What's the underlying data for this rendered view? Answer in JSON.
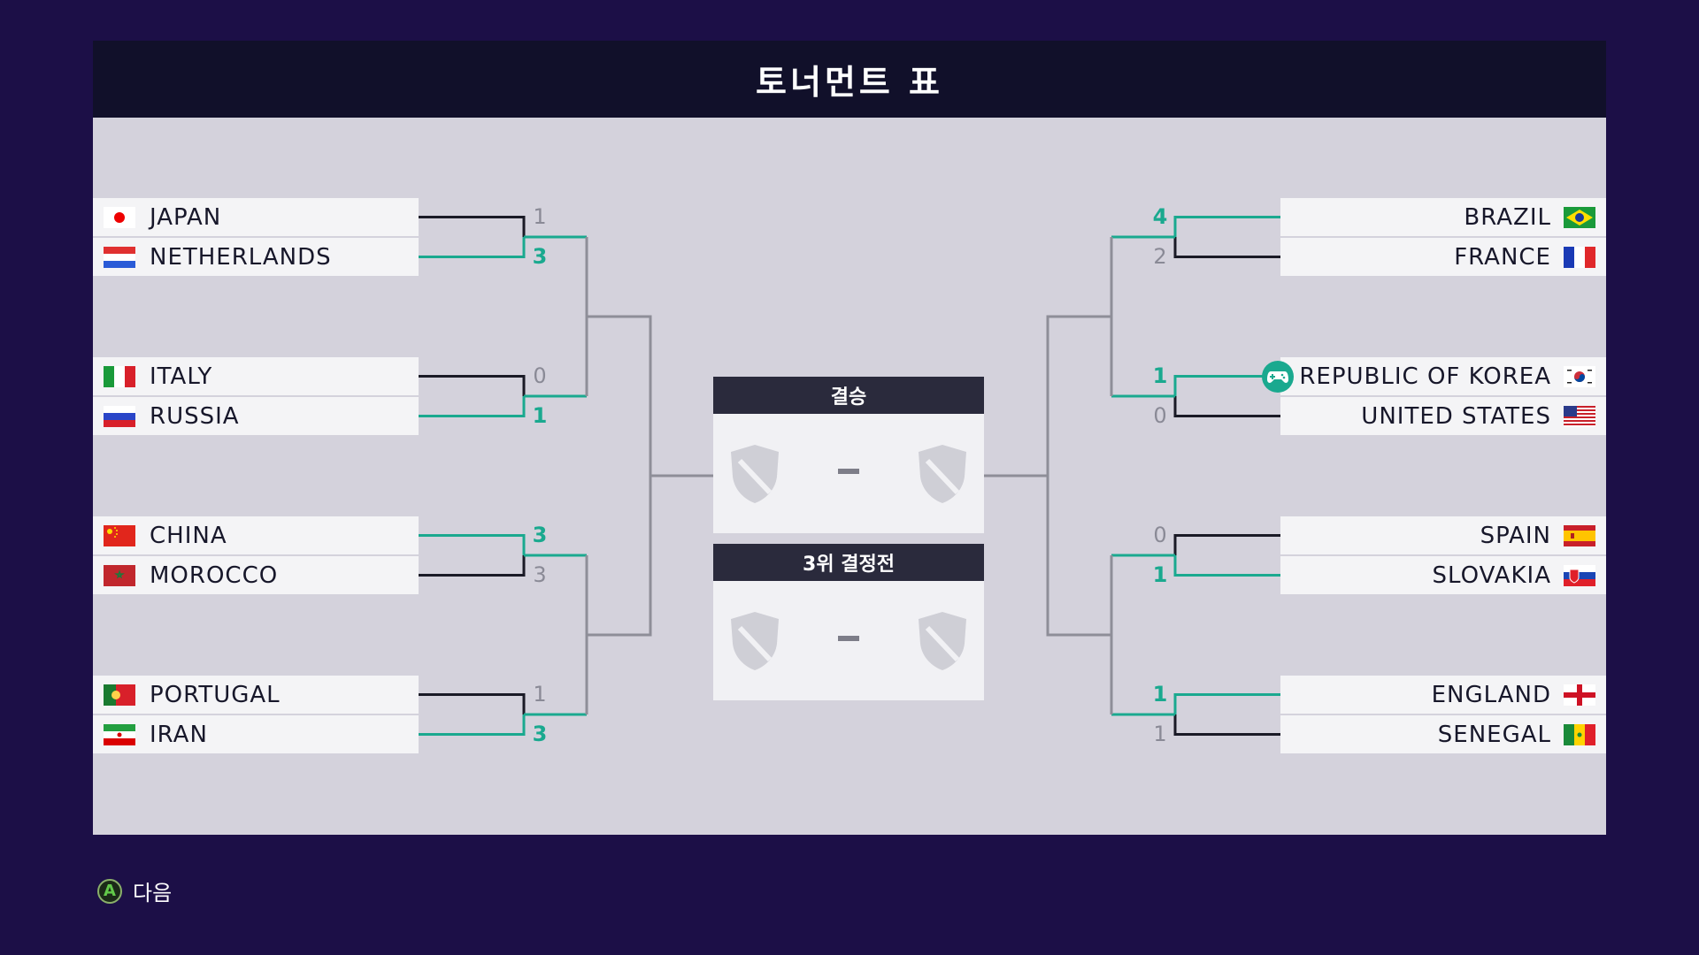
{
  "title": "토너먼트 표",
  "colors": {
    "background": "#1c0f47",
    "panel": "#d4d2dc",
    "title_bar": "#11102a",
    "win": "#1aa98f",
    "lose_line": "#1a1a26",
    "bracket_line": "#8e8e98"
  },
  "left_matches": [
    {
      "top": {
        "name": "JAPAN",
        "flag": "japan-flag-icon",
        "score": "1",
        "win": false
      },
      "bottom": {
        "name": "NETHERLANDS",
        "flag": "netherlands-flag-icon",
        "score": "3",
        "win": true
      }
    },
    {
      "top": {
        "name": "ITALY",
        "flag": "italy-flag-icon",
        "score": "0",
        "win": false
      },
      "bottom": {
        "name": "RUSSIA",
        "flag": "russia-flag-icon",
        "score": "1",
        "win": true
      }
    },
    {
      "top": {
        "name": "CHINA",
        "flag": "china-flag-icon",
        "score": "3",
        "win": true
      },
      "bottom": {
        "name": "MOROCCO",
        "flag": "morocco-flag-icon",
        "score": "3",
        "win": false
      }
    },
    {
      "top": {
        "name": "PORTUGAL",
        "flag": "portugal-flag-icon",
        "score": "1",
        "win": false
      },
      "bottom": {
        "name": "IRAN",
        "flag": "iran-flag-icon",
        "score": "3",
        "win": true
      }
    }
  ],
  "right_matches": [
    {
      "top": {
        "name": "BRAZIL",
        "flag": "brazil-flag-icon",
        "score": "4",
        "win": true
      },
      "bottom": {
        "name": "FRANCE",
        "flag": "france-flag-icon",
        "score": "2",
        "win": false
      }
    },
    {
      "top": {
        "name": "REPUBLIC OF KOREA",
        "flag": "korea-flag-icon",
        "score": "1",
        "win": true,
        "user": true
      },
      "bottom": {
        "name": "UNITED STATES",
        "flag": "usa-flag-icon",
        "score": "0",
        "win": false
      }
    },
    {
      "top": {
        "name": "SPAIN",
        "flag": "spain-flag-icon",
        "score": "0",
        "win": false
      },
      "bottom": {
        "name": "SLOVAKIA",
        "flag": "slovakia-flag-icon",
        "score": "1",
        "win": true
      }
    },
    {
      "top": {
        "name": "ENGLAND",
        "flag": "england-flag-icon",
        "score": "1",
        "win": true
      },
      "bottom": {
        "name": "SENEGAL",
        "flag": "senegal-flag-icon",
        "score": "1",
        "win": false
      }
    }
  ],
  "final": {
    "label": "결승",
    "separator": "-"
  },
  "third_place": {
    "label": "3위 결정전",
    "separator": "-"
  },
  "footer": {
    "button": "A",
    "label": "다음"
  }
}
